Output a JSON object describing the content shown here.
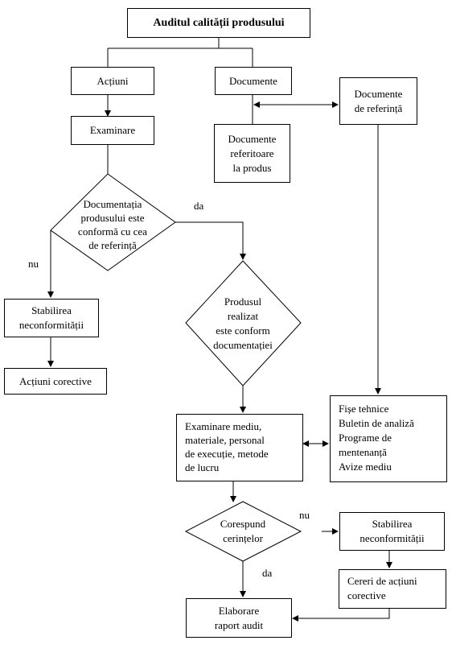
{
  "nodes": {
    "title": "Auditul calității produsului",
    "actiuni": "Acțiuni",
    "documente": "Documente",
    "documente_referinta": "Documente\nde referință",
    "examinare": "Examinare",
    "documente_produs": "Documente\nreferitoare\nla produs",
    "decizie_documentatie": "Documentația\nprodusului este\nconformă cu cea\nde referință",
    "decizie_produs": "Produsul\nrealizat\neste conform\ndocumentației",
    "stabilirea_1": "Stabilirea\nneconformității",
    "actiuni_corective": "Acțiuni corective",
    "examinare_mediu": "Examinare mediu,\nmateriale, personal\nde execuție, metode\nde lucru",
    "fise": "Fișe tehnice\nBuletin de analiză\nPrograme de\nmentenanță\nAvize mediu",
    "decizie_cerinte": "Corespund\ncerințelor",
    "stabilirea_2": "Stabilirea\nneconformității",
    "cereri": "Cereri de acțiuni\ncorective",
    "raport": "Elaborare\nraport audit"
  },
  "edge_labels": {
    "da_1": "da",
    "nu_1": "nu",
    "nu_2": "nu",
    "da_2": "da"
  }
}
